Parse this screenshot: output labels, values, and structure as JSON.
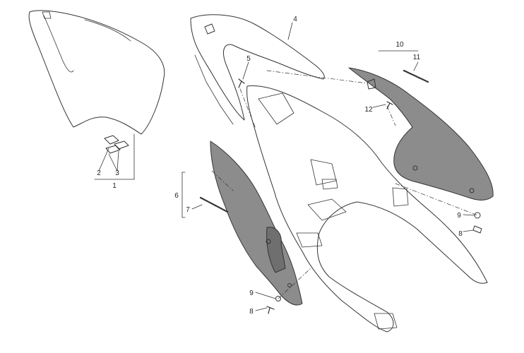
{
  "diagram": {
    "callouts": {
      "c1": "1",
      "c2": "2",
      "c3": "3",
      "c4": "4",
      "c5": "5",
      "c6": "6",
      "c7": "7",
      "c8a": "8",
      "c8b": "8",
      "c9a": "9",
      "c9b": "9",
      "c10": "10",
      "c11": "11",
      "c12": "12"
    },
    "colors": {
      "outline": "#333333",
      "panel_fill": "#8c8c8c",
      "panel_fill_dark": "#6f6f6f",
      "background": "#ffffff"
    }
  }
}
